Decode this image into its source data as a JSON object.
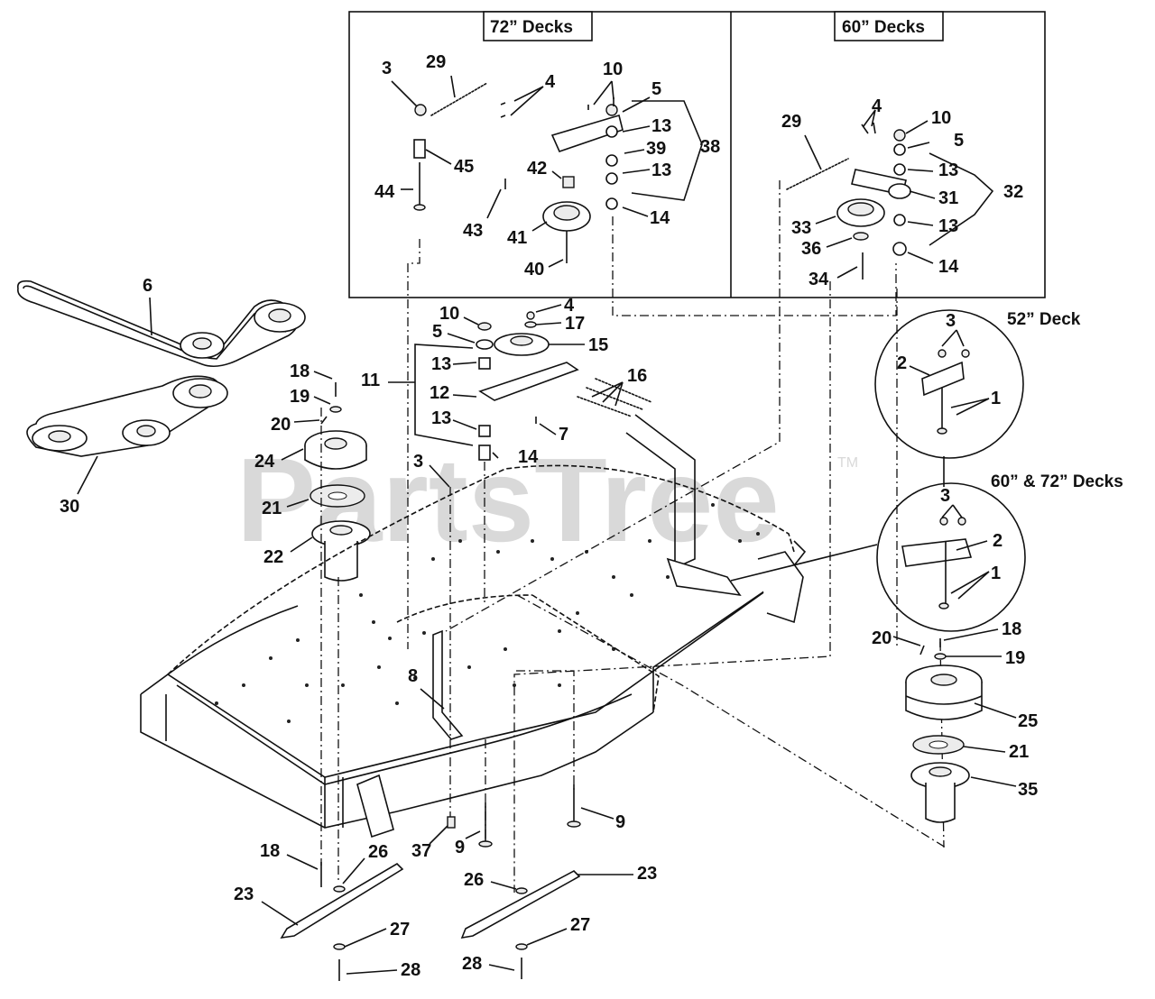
{
  "inset": {
    "left_title": "72” Decks",
    "right_title": "60” Decks"
  },
  "deck_labels": {
    "deck52": "52” Deck",
    "deck6072": "60” & 72” Decks"
  },
  "watermark": {
    "text": "PartsTree",
    "tm": "TM"
  },
  "callouts": {
    "c72_3": "3",
    "c72_29": "29",
    "c72_4": "4",
    "c72_10": "10",
    "c72_5": "5",
    "c72_13a": "13",
    "c72_39": "39",
    "c72_38": "38",
    "c72_45": "45",
    "c72_42": "42",
    "c72_13b": "13",
    "c72_44": "44",
    "c72_43": "43",
    "c72_41": "41",
    "c72_14": "14",
    "c72_40": "40",
    "c60_29": "29",
    "c60_4": "4",
    "c60_10": "10",
    "c60_5": "5",
    "c60_13a": "13",
    "c60_31": "31",
    "c60_32": "32",
    "c60_33": "33",
    "c60_13b": "13",
    "c60_36": "36",
    "c60_14": "14",
    "c60_34": "34",
    "m_6": "6",
    "m_30": "30",
    "m_18a": "18",
    "m_19a": "19",
    "m_20a": "20",
    "m_24": "24",
    "m_21a": "21",
    "m_22": "22",
    "m_10": "10",
    "m_4": "4",
    "m_5": "5",
    "m_17": "17",
    "m_15": "15",
    "m_11": "11",
    "m_13a": "13",
    "m_16": "16",
    "m_12": "12",
    "m_13b": "13",
    "m_7": "7",
    "m_14": "14",
    "m_3": "3",
    "m_8": "8",
    "r_3a": "3",
    "r_2a": "2",
    "r_1a": "1",
    "r_3b": "3",
    "r_2b": "2",
    "r_1b": "1",
    "r_20": "20",
    "r_18": "18",
    "r_19": "19",
    "r_25": "25",
    "r_21": "21",
    "r_35": "35",
    "b_18": "18",
    "b_26a": "26",
    "b_23a": "23",
    "b_27a": "27",
    "b_28a": "28",
    "b_37": "37",
    "b_9a": "9",
    "b_9b": "9",
    "b_26b": "26",
    "b_23b": "23",
    "b_27b": "27",
    "b_28b": "28"
  }
}
